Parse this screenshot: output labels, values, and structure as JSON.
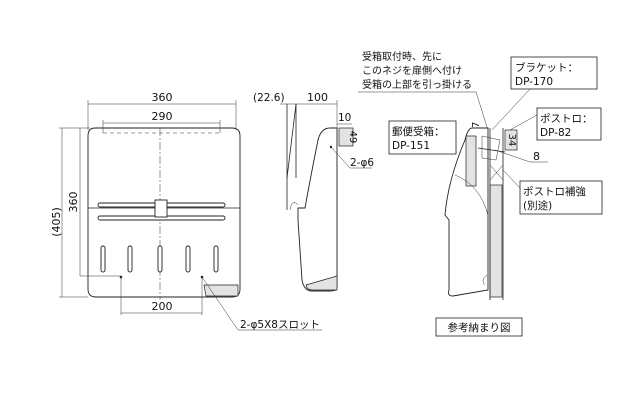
{
  "front_view": {
    "dim_width_outer": "360",
    "dim_width_inner": "290",
    "dim_height_total": "(405)",
    "dim_height": "360",
    "dim_slot_pitch": "200",
    "slot_label": "2-φ5X8スロット"
  },
  "side_view": {
    "dim_offset": "(22.6)",
    "dim_depth": "100",
    "dim_10": "10",
    "dim_49": "49",
    "hole_label": "2-φ6"
  },
  "install_view": {
    "note_lines": [
      "受箱取付時、先に",
      "このネジを扉側へ付け",
      "受箱の上部を引っ掛ける"
    ],
    "bracket_label": [
      "ブラケット：",
      "DP-170"
    ],
    "post_slot_label": [
      "ポストロ：",
      "DP-82"
    ],
    "mailbox_label": [
      "郵便受箱：",
      "DP-151"
    ],
    "reinforce_label": [
      "ポストロ補強",
      "(別途)"
    ],
    "dim_7": "7",
    "dim_34": "34",
    "dim_8": "8",
    "caption": "参考納まり図"
  }
}
